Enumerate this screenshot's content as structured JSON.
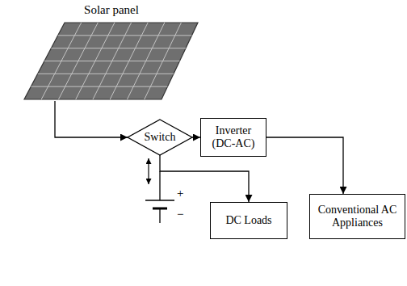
{
  "diagram": {
    "nodes": [
      {
        "text": [
          "Solar panel"
        ]
      },
      {
        "text": [
          "Switch"
        ]
      },
      {
        "text": [
          "Inverter (DC-AC)"
        ]
      },
      {
        "text": [
          "DC Loads"
        ]
      },
      {
        "text": [
          "Conventional AC Appliances"
        ]
      }
    ],
    "edges": [
      {
        "from": 0,
        "to": 1,
        "arrow": "to"
      },
      {
        "from": 1,
        "to": 2,
        "arrow": "to"
      },
      {
        "from": 2,
        "to": 4,
        "arrow": "to"
      },
      {
        "from": 1,
        "to": 3,
        "arrow": "to"
      }
    ],
    "labels": [
      "+",
      "−"
    ]
  }
}
